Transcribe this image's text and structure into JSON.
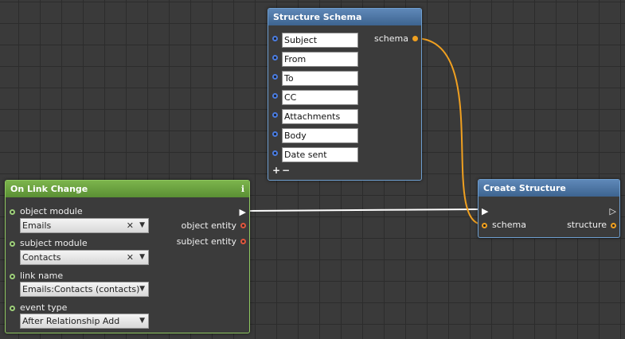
{
  "nodes": {
    "schema_node": {
      "title": "Structure Schema",
      "fields": [
        "Subject",
        "From",
        "To",
        "CC",
        "Attachments",
        "Body",
        "Date sent"
      ],
      "output_label": "schema",
      "add_symbol": "+",
      "remove_symbol": "−"
    },
    "link_change": {
      "title": "On Link Change",
      "info_symbol": "ℹ",
      "inputs": [
        {
          "label": "object module",
          "value": "Emails",
          "clear": "✕"
        },
        {
          "label": "subject module",
          "value": "Contacts",
          "clear": "✕"
        },
        {
          "label": "link name",
          "value": "Emails:Contacts (contacts)"
        },
        {
          "label": "event type",
          "value": "After Relationship Add"
        }
      ],
      "outputs": [
        "object entity",
        "subject entity"
      ]
    },
    "create_structure": {
      "title": "Create Structure",
      "input_label": "schema",
      "output_label": "structure"
    }
  },
  "colors": {
    "wire_flow": "#ffffff",
    "wire_schema": "#f0a020",
    "header_blue": "#4a76a6",
    "header_green": "#6ea542"
  }
}
